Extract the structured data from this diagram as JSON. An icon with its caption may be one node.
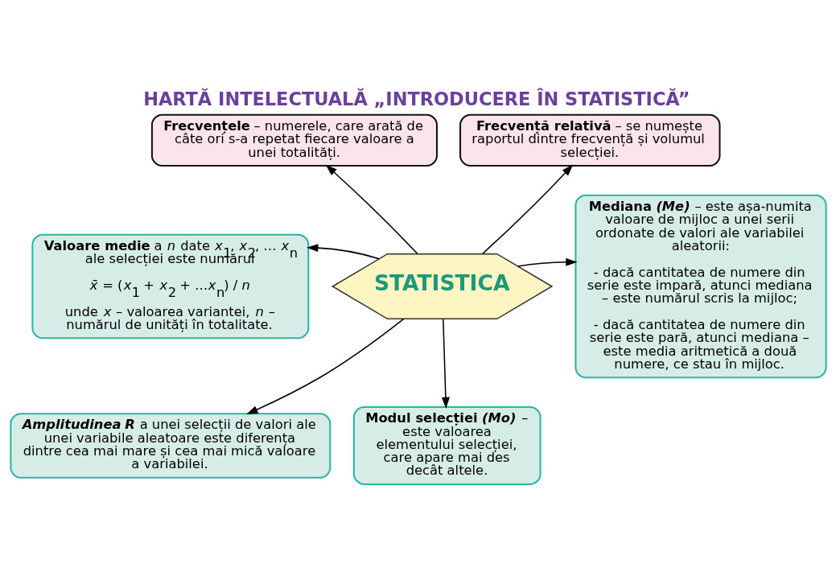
{
  "diagram": {
    "title": "HARTĂ INTELECTUALĂ „INTRODUCERE ÎN STATISTICĂ”",
    "nodes": [
      {
        "text": [
          "**Frecvențele** – numerele, care arată de câte ori s-a repetat fiecare valoare a unei totalități."
        ]
      },
      {
        "text": [
          "**Frecvență relativă** – se numește raportul dintre frecvență și volumul selecției."
        ]
      },
      {
        "text": [
          "STATISTICA"
        ]
      },
      {
        "text": [
          "**Valoare medie** a *n* date *x*$_{1}$, *x*$_{2}$, … *x*$_{n}$ ale selecției este numărul",
          "*x̄* = (*x*$_{1}$ + *x*$_{2}$ + …*x*$_{n}$) / *n*",
          "unde *x* – valoarea variantei, *n* – numărul de unități în totalitate."
        ]
      },
      {
        "text": [
          "**Mediana** *(Me)* – este așa-numita valoare de mijloc a unei serii ordonate de valori ale variabilei aleatorii:",
          "- dacă cantitatea de numere din serie este impară, atunci mediana – este numărul scris la mijloc;",
          "- dacă cantitatea de numere din serie este pară, atunci mediana – este media aritmetică a două numere, ce stau în mijloc."
        ]
      },
      {
        "text": [
          "*Amplitudinea R* a unei selecții de valori ale unei variabile aleatoare este diferența dintre cea mai mare și cea mai mică valoare a variabilei."
        ]
      },
      {
        "text": [
          "**Modul selecției** *(Mo)* – este valoarea elementului selecției, care apare mai des decât altele."
        ]
      }
    ],
    "edges": [
      {
        "from": 2,
        "to": 0,
        "arrow": "to"
      },
      {
        "from": 2,
        "to": 1,
        "arrow": "to"
      },
      {
        "from": 2,
        "to": 3,
        "arrow": "to"
      },
      {
        "from": 2,
        "to": 4,
        "arrow": "to"
      },
      {
        "from": 2,
        "to": 5,
        "arrow": "to"
      },
      {
        "from": 2,
        "to": 6,
        "arrow": "to"
      }
    ]
  }
}
